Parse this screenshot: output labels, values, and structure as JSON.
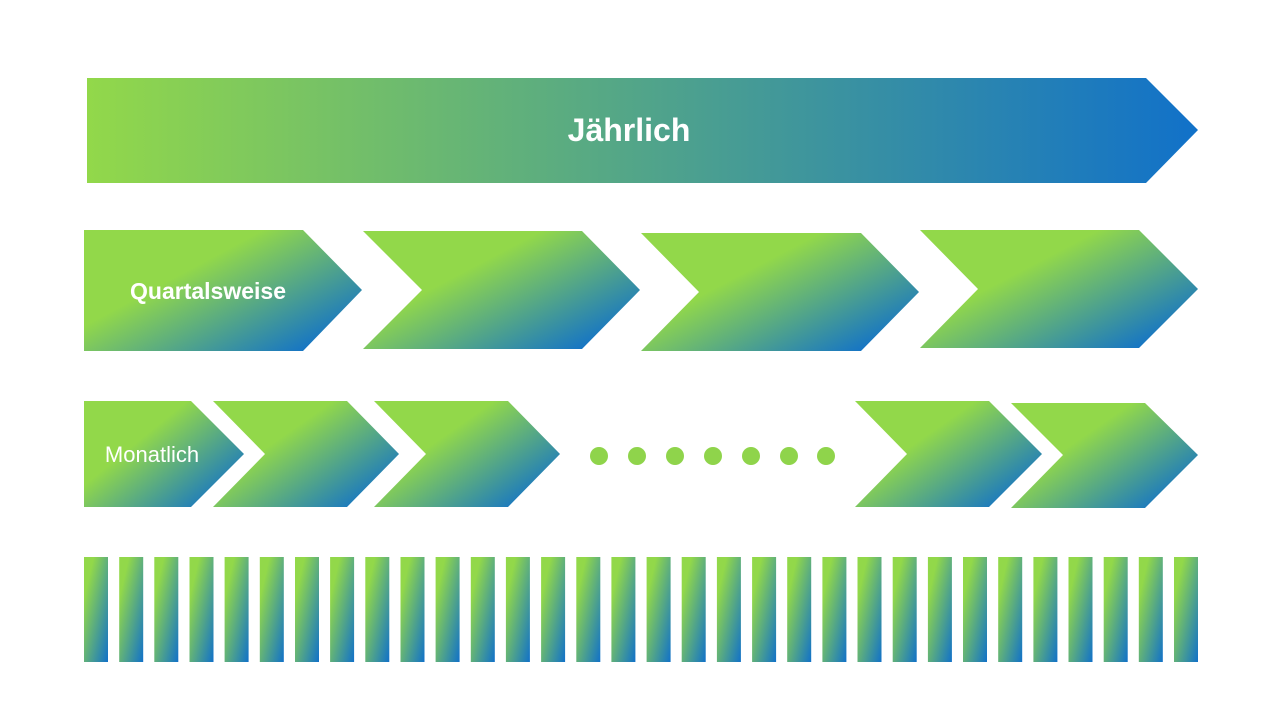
{
  "labels": {
    "yearly": "Jährlich",
    "quarterly": "Quartalsweise",
    "monthly": "Monatlich"
  },
  "rows": {
    "yearly_count": 1,
    "quarterly_count": 4,
    "monthly_count_left": 3,
    "monthly_count_right": 2,
    "ellipsis_dots": 7,
    "daily_bar_count": 32
  },
  "colors": {
    "gradient_start": "#92d84a",
    "gradient_end": "#1171c9",
    "dot": "#8fd44b",
    "background": "#ffffff"
  }
}
